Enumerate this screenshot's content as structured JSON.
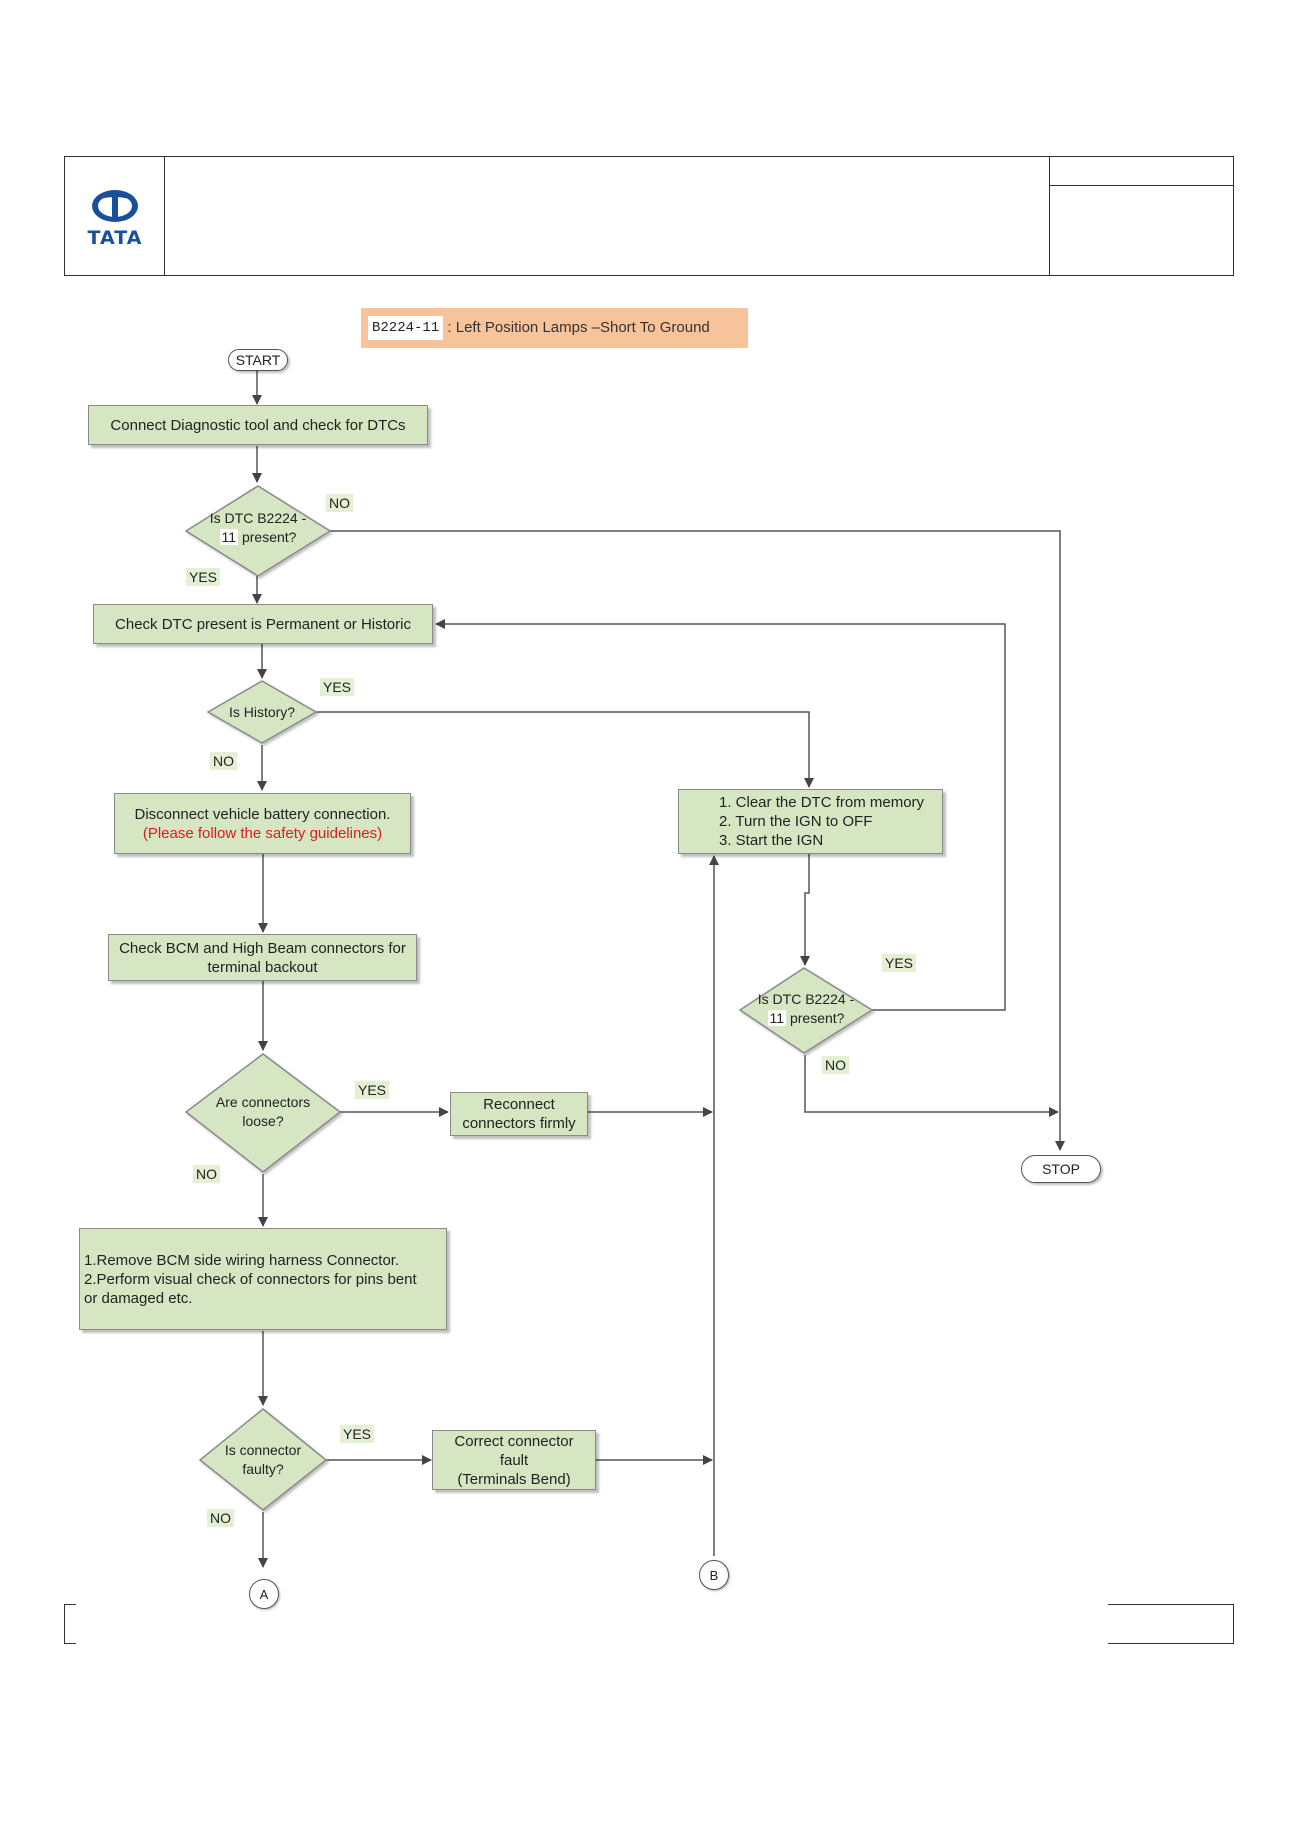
{
  "header": {
    "brand": "TATA"
  },
  "title": {
    "code": "B2224-11",
    "description": " : Left Position Lamps –Short To Ground"
  },
  "start": "START",
  "stop": "STOP",
  "steps": {
    "connect_tool": "Connect Diagnostic tool and check for DTCs",
    "check_permanent": "Check DTC present is Permanent or Historic",
    "disconnect_line1": "Disconnect vehicle battery connection.",
    "disconnect_line2": "(Please follow the safety guidelines)",
    "check_connectors_line1": "Check  BCM and High Beam connectors for",
    "check_connectors_line2": "terminal backout",
    "reconnect_line1": "Reconnect",
    "reconnect_line2": "connectors firmly",
    "remove_line1": "1.Remove BCM side wiring harness Connector.",
    "remove_line2": "2.Perform visual check of connectors for pins bent",
    "remove_line3": "or damaged etc.",
    "correct_line1": "Correct connector",
    "correct_line2": "fault",
    "correct_line3": "(Terminals Bend)",
    "clear_line1": "1. Clear the DTC from memory",
    "clear_line2": "2. Turn the IGN to OFF",
    "clear_line3": "3. Start the IGN"
  },
  "decisions": {
    "dtc_present_a": "Is DTC B2224 -",
    "dtc_present_b": "11",
    "dtc_present_c": " present?",
    "history": "Is History?",
    "loose_line1": "Are connectors",
    "loose_line2": "loose?",
    "faulty_line1": "Is connector",
    "faulty_line2": "faulty?",
    "dtc_again_a": "Is DTC B2224 -",
    "dtc_again_b": "11",
    "dtc_again_c": " present?"
  },
  "labels": {
    "yes": "YES",
    "no": "NO"
  },
  "connectors": {
    "a": "A",
    "b": "B"
  },
  "colors": {
    "box_fill": "#d6e6c2",
    "title_fill": "#f7c39a",
    "warning_text": "#d62020",
    "logo": "#1a4f9c"
  }
}
